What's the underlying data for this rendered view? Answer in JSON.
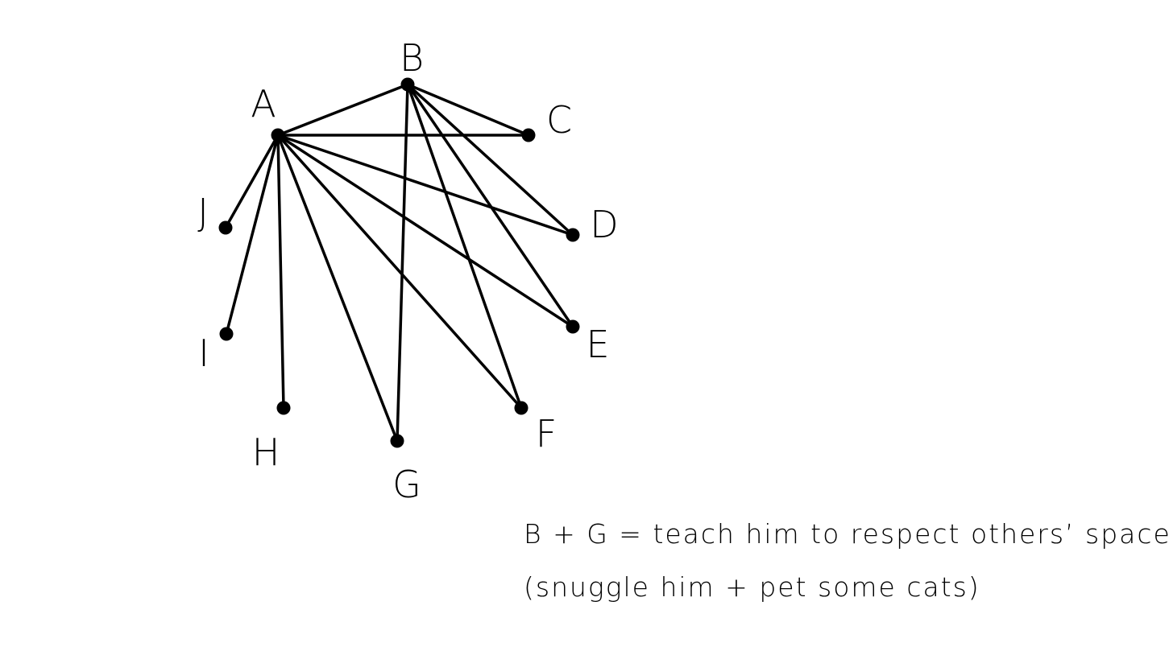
{
  "graph": {
    "nodes": [
      {
        "id": "A",
        "label": "A"
      },
      {
        "id": "B",
        "label": "B"
      },
      {
        "id": "C",
        "label": "C"
      },
      {
        "id": "D",
        "label": "D"
      },
      {
        "id": "E",
        "label": "E"
      },
      {
        "id": "F",
        "label": "F"
      },
      {
        "id": "G",
        "label": "G"
      },
      {
        "id": "H",
        "label": "H"
      },
      {
        "id": "I",
        "label": "I"
      },
      {
        "id": "J",
        "label": "J"
      }
    ],
    "edges": [
      [
        "A",
        "B"
      ],
      [
        "A",
        "C"
      ],
      [
        "A",
        "D"
      ],
      [
        "A",
        "E"
      ],
      [
        "A",
        "F"
      ],
      [
        "A",
        "G"
      ],
      [
        "A",
        "H"
      ],
      [
        "A",
        "I"
      ],
      [
        "A",
        "J"
      ],
      [
        "B",
        "C"
      ],
      [
        "B",
        "D"
      ],
      [
        "B",
        "E"
      ],
      [
        "B",
        "F"
      ],
      [
        "B",
        "G"
      ]
    ],
    "color": "#000000"
  },
  "notes": {
    "line1": "B + G = teach him to respect others’ space",
    "line2": "(snuggle him + pet some cats)"
  }
}
